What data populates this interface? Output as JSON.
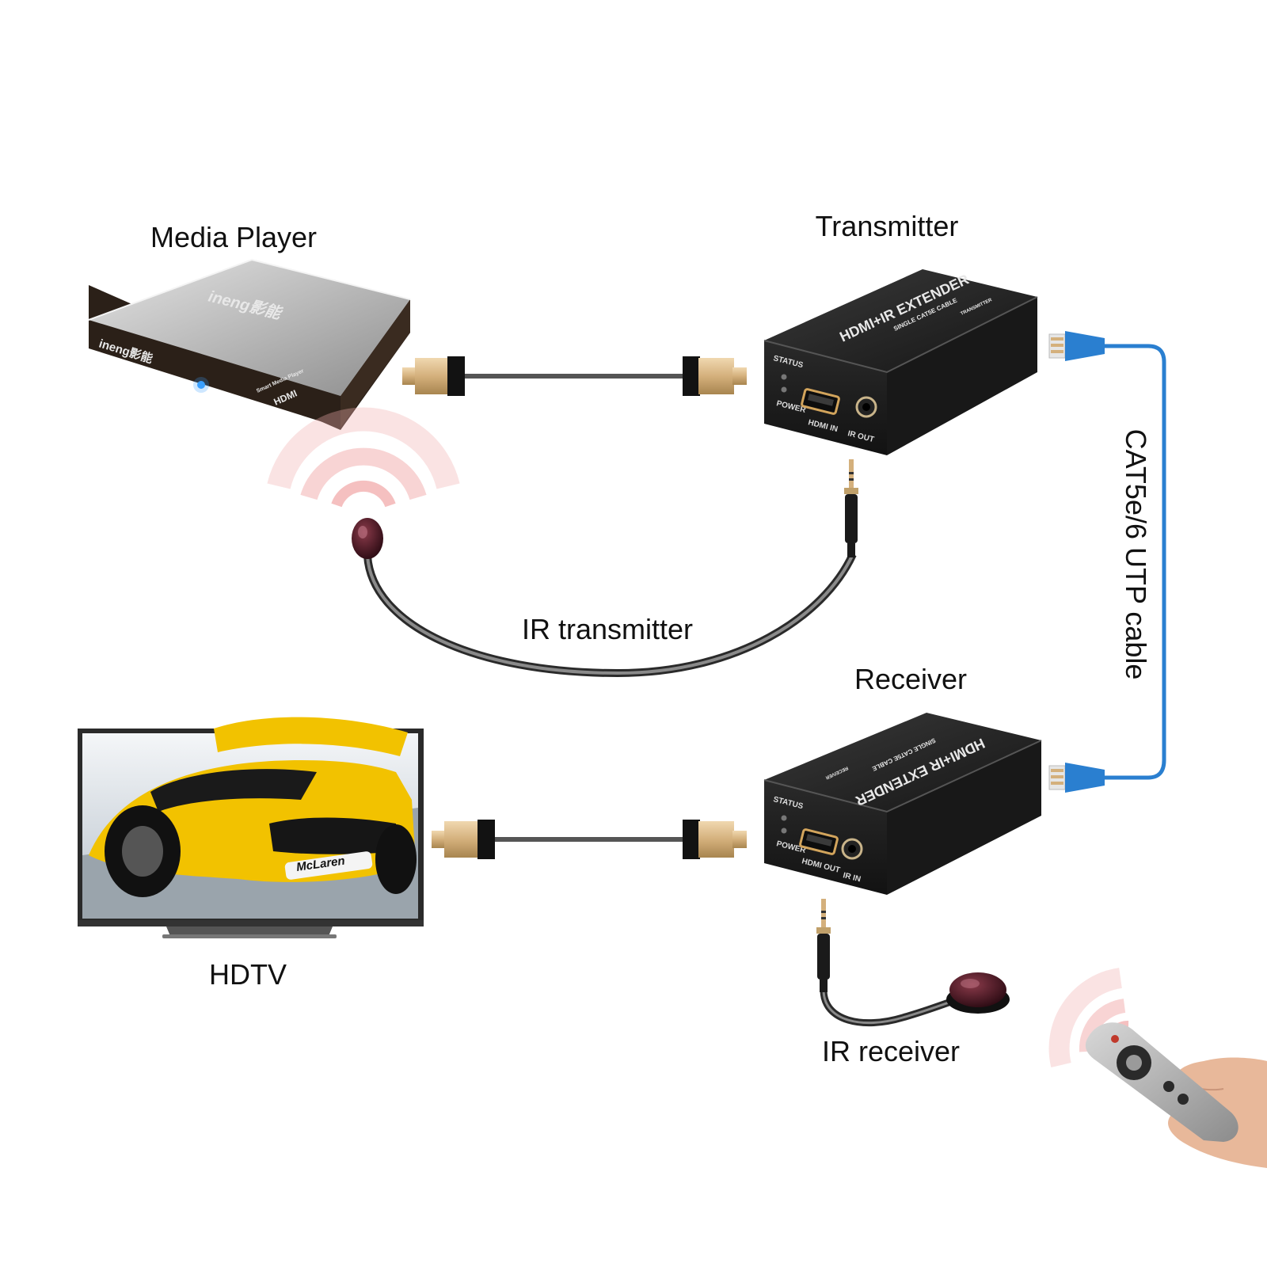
{
  "labels": {
    "media_player": "Media Player",
    "transmitter": "Transmitter",
    "receiver": "Receiver",
    "hdtv": "HDTV",
    "ir_transmitter": "IR transmitter",
    "ir_receiver": "IR receiver",
    "utp_cable": "CAT5e/6 UTP cable"
  },
  "media_player": {
    "brand_top": "ineng影能",
    "brand_front": "ineng影能",
    "caption": "Smart Media Player",
    "hdmi_logo": "HDMI"
  },
  "transmitter_device": {
    "title": "HDMI+IR EXTENDER",
    "subtitle": "SINGLE CAT5E CABLE",
    "role": "TRANSMITTER",
    "status": "STATUS",
    "power": "POWER",
    "hdmi_port": "HDMI IN",
    "ir_port": "IR OUT"
  },
  "receiver_device": {
    "title": "HDMI+IR EXTENDER",
    "subtitle": "SINGLE CAT5E CABLE",
    "role": "RECEIVER",
    "status": "STATUS",
    "power": "POWER",
    "hdmi_port": "HDMI OUT",
    "ir_port": "IR IN"
  },
  "tv": {
    "screen_brand": "McLaren"
  },
  "colors": {
    "device_body": "#1c1c1c",
    "hdmi_gold": "#d9b98a",
    "utp_blue": "#2a7fd0",
    "ir_wave": "#f2b0b0",
    "car_yellow": "#f2c200"
  }
}
